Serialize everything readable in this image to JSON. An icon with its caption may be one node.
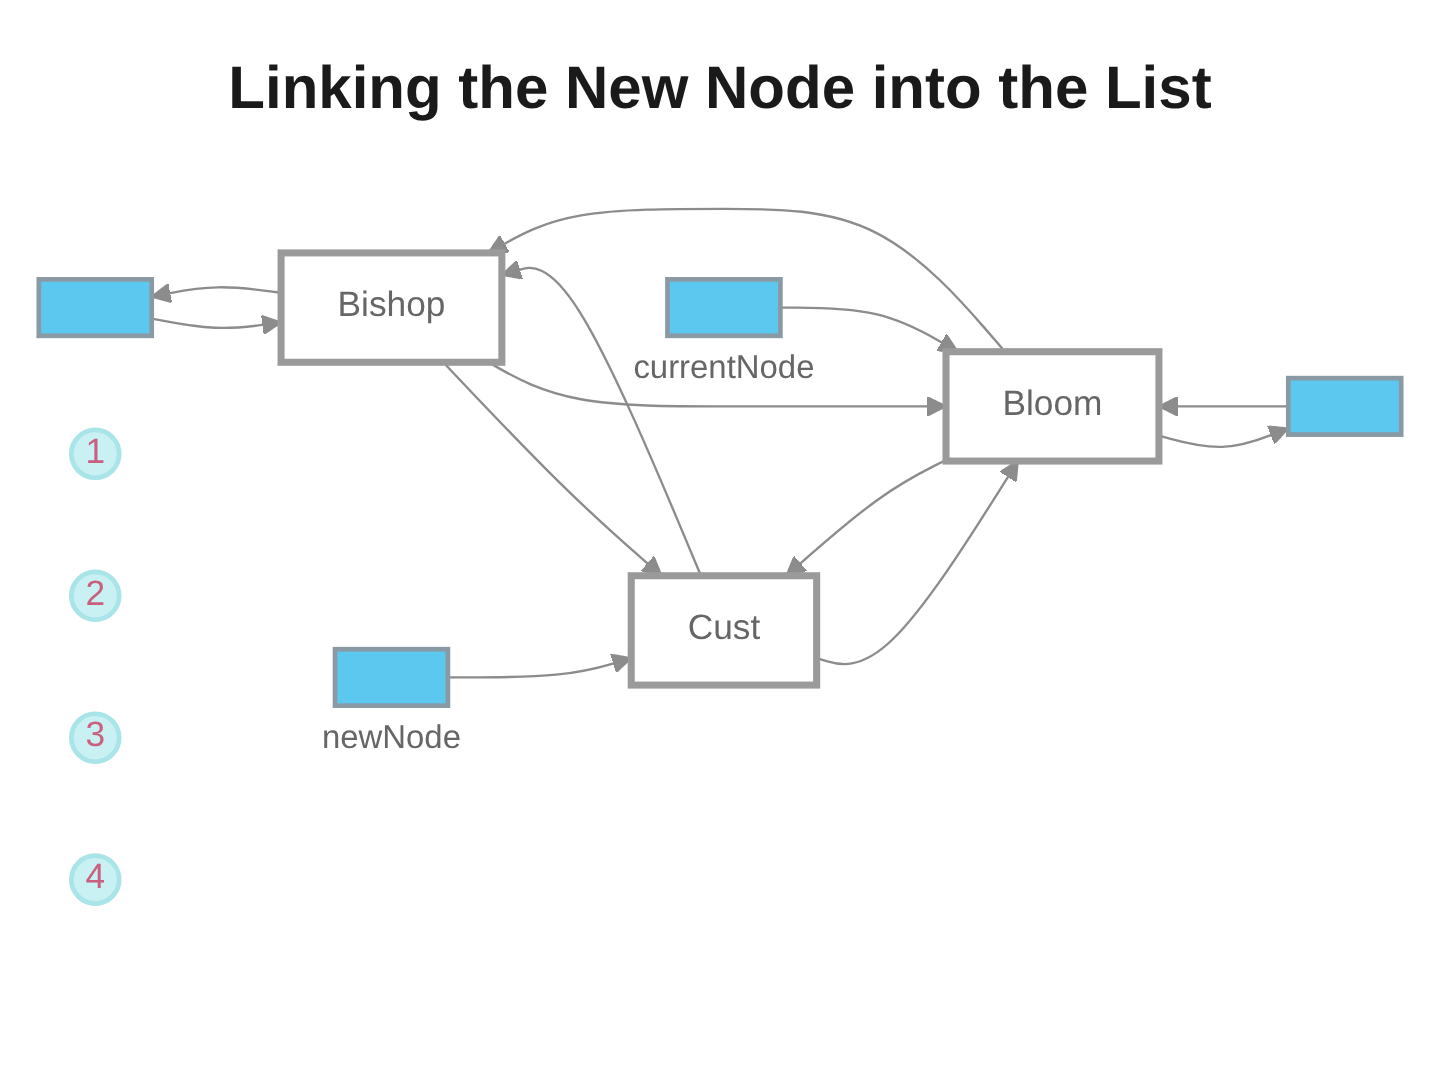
{
  "diagram": {
    "title": "Linking the New Node into the List",
    "nodes": [
      {
        "text": [],
        "shape": "box"
      },
      {
        "text": [
          "Bishop"
        ]
      },
      {
        "text": [
          "Bloom"
        ]
      },
      {
        "text": [],
        "shape": "box"
      },
      {
        "text": [
          "1"
        ]
      },
      {
        "text": [
          "2"
        ]
      },
      {
        "text": [
          "3"
        ]
      },
      {
        "text": [
          "4"
        ]
      },
      {
        "text": [
          "Cust"
        ]
      },
      {
        "text": [],
        "shape": "box",
        "beside": [
          "currentNode"
        ]
      },
      {
        "text": [],
        "shape": "box",
        "beside": [
          "newNode"
        ]
      }
    ],
    "edges": [
      {
        "from": 0,
        "to": 1,
        "arrow": "to"
      },
      {
        "from": 1,
        "to": 0,
        "arrow": "to"
      },
      {
        "from": 1,
        "to": 8,
        "arrow": "to"
      },
      {
        "from": 8,
        "to": 1,
        "arrow": "to"
      },
      {
        "from": 1,
        "to": 2,
        "arrow": "to"
      },
      {
        "from": 2,
        "to": 1,
        "arrow": "to"
      },
      {
        "from": 8,
        "to": 2,
        "arrow": "to"
      },
      {
        "from": 2,
        "to": 8,
        "arrow": "to"
      },
      {
        "from": 2,
        "to": 3,
        "arrow": "to"
      },
      {
        "from": 3,
        "to": 2,
        "arrow": "to"
      },
      {
        "from": 9,
        "to": 2,
        "arrow": "to"
      },
      {
        "from": 10,
        "to": 8,
        "arrow": "to"
      }
    ]
  }
}
